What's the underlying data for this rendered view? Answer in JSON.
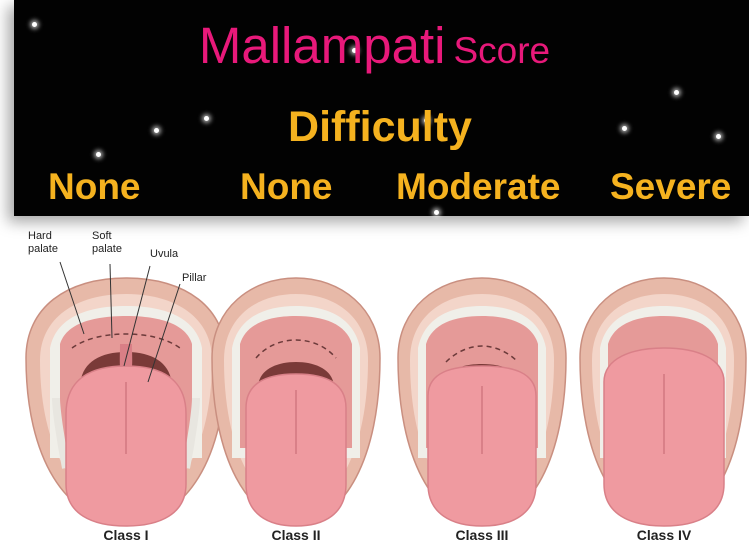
{
  "header": {
    "title_main": "Mallampati",
    "title_sub": "Score",
    "difficulty_label": "Difficulty",
    "levels": [
      "None",
      "None",
      "Moderate",
      "Severe"
    ]
  },
  "anatomy_labels": {
    "hard_palate": "Hard palate",
    "soft_palate": "Soft palate",
    "uvula": "Uvula",
    "pillar": "Pillar"
  },
  "classes": [
    "Class I",
    "Class II",
    "Class III",
    "Class IV"
  ],
  "colors": {
    "background": "#020202",
    "title": "#e8197a",
    "difficulty": "#f5b21f",
    "lip": "#e7b9a8",
    "palate": "#e59a98",
    "tongue": "#ef9aa0",
    "throat": "#7a3a38",
    "teeth": "#f4f4f0"
  }
}
